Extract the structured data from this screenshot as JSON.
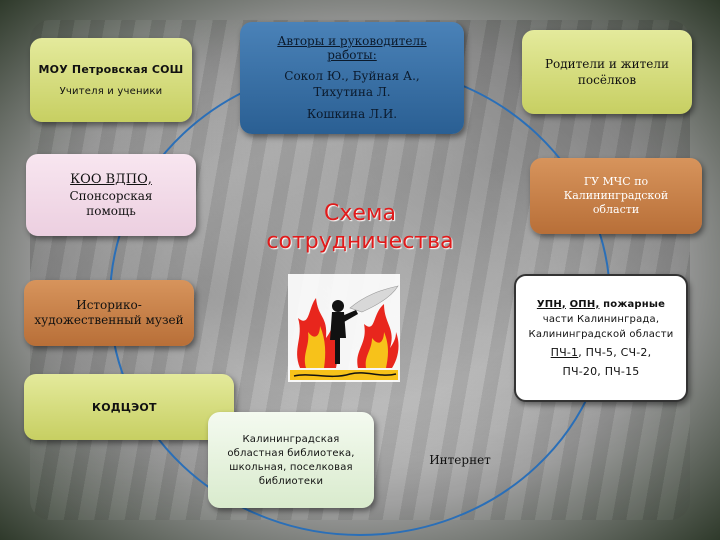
{
  "title": {
    "line1": "Схема",
    "line2": "сотрудничества"
  },
  "boxes": {
    "school": {
      "line1": "МОУ Петровская СОШ",
      "line2": "Учителя и ученики"
    },
    "authors": {
      "line1": "Авторы и руководитель работы:",
      "line2": "Сокол Ю., Буйная А., Тихутина Л.",
      "line3": "Кошкина Л.И."
    },
    "parents": {
      "line1": "Родители и жители посёлков"
    },
    "koo": {
      "line1": "КОО ВДПО,",
      "line2": "Спонсорская помощь"
    },
    "mchs": {
      "line1": "ГУ МЧС по Калининградской области"
    },
    "museum": {
      "line1": "Историко-художественный музей"
    },
    "upn": {
      "line1a": "УПН,",
      "line1b": "ОПН,",
      "line1c": "пожарные",
      "line2": "части Калининграда,",
      "line3": "Калининградской области",
      "line4a": "ПЧ-1",
      "line4b": ", ПЧ-5, СЧ-2,",
      "line5": "ПЧ-20, ПЧ-15"
    },
    "kodcet": {
      "line1": "КОДЦЭОТ"
    },
    "library": {
      "line1": "Калининградская",
      "line2": "областная библиотека,",
      "line3": "школьная, поселковая",
      "line4": "библиотеки"
    },
    "internet": {
      "line1": "Интернет"
    }
  },
  "colors": {
    "green_box": "#c7cf62",
    "blue_box": "#1f4c7c",
    "pink_box": "#eccfe0",
    "brown_box": "#b86f38",
    "title_red": "#e01b1b",
    "ring_blue": "#2a6fb8"
  },
  "icons": {
    "center_illustration": "firefighter-flames-icon"
  }
}
